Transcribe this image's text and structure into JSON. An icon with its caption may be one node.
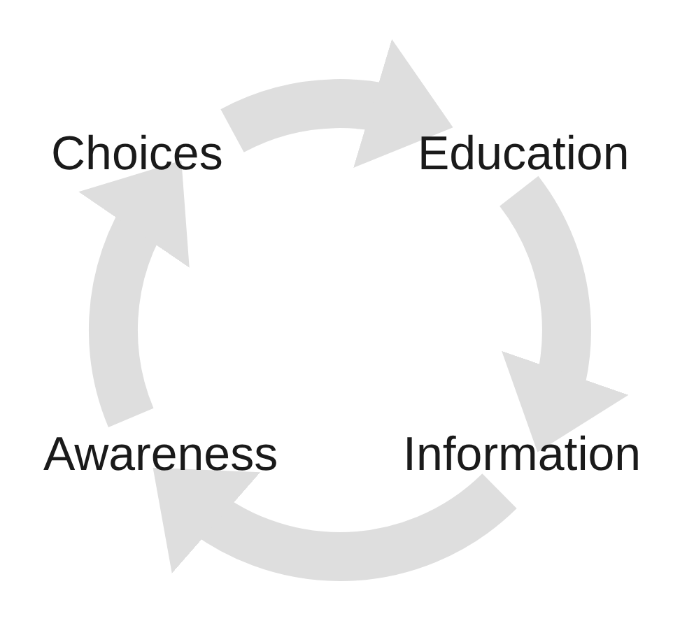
{
  "diagram": {
    "nodes": [
      {
        "text": [
          "Choices"
        ]
      },
      {
        "text": [
          "Education"
        ]
      },
      {
        "text": [
          "Information"
        ]
      },
      {
        "text": [
          "Awareness"
        ]
      }
    ],
    "edges": [
      {
        "from": 0,
        "to": 1,
        "arrow": "to"
      },
      {
        "from": 1,
        "to": 2,
        "arrow": "to"
      },
      {
        "from": 2,
        "to": 3,
        "arrow": "to"
      },
      {
        "from": 3,
        "to": 0,
        "arrow": "to"
      }
    ]
  }
}
